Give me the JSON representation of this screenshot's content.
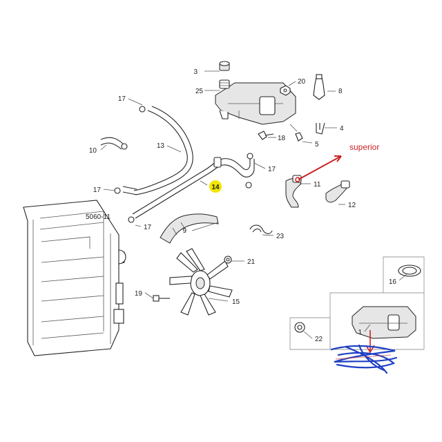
{
  "colors": {
    "line": "#555555",
    "part": "#222222",
    "annotation_red": "#cc2222",
    "highlight_yellow": "#f2e600",
    "scribble_blue": "#1f3fc4"
  },
  "callouts": {
    "p1": "1",
    "p3": "3",
    "p4": "4",
    "p5": "5",
    "p8": "8",
    "p9": "9",
    "p10": "10",
    "p11": "11",
    "p12": "12",
    "p13": "13",
    "p14": "14",
    "p15": "15",
    "p16": "16",
    "p17a": "17",
    "p17b": "17",
    "p17c": "17",
    "p17d": "17",
    "p18": "18",
    "p19": "19",
    "p20": "20",
    "p21": "21",
    "p22": "22",
    "p23": "23",
    "p25": "25"
  },
  "reference_label": "5060-11",
  "annotation": {
    "text": "superior"
  }
}
